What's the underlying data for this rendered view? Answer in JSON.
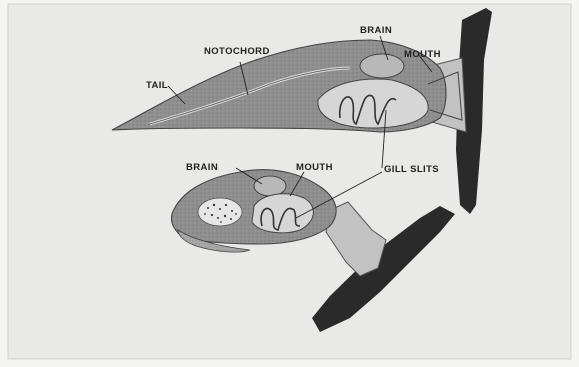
{
  "figure": {
    "labels": {
      "notochord": "NOTOCHORD",
      "brain_upper": "BRAIN",
      "mouth_upper": "MOUTH",
      "tail": "TAIL",
      "brain_lower": "BRAIN",
      "mouth_lower": "MOUTH",
      "gill_slits": "GILL SLITS"
    }
  }
}
